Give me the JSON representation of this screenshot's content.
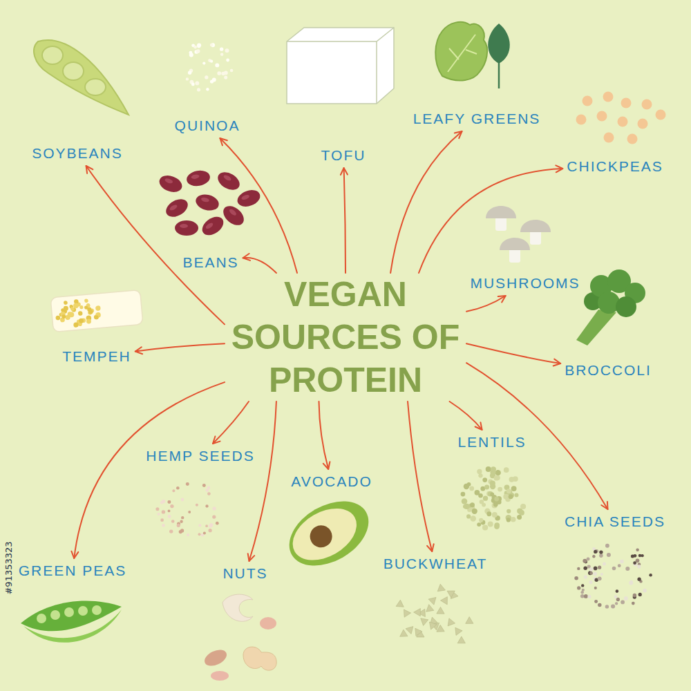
{
  "diagram": {
    "nodes": [
      {
        "text": [
          "VEGAN SOURCES OF PROTEIN"
        ]
      },
      {
        "text": [
          "QUINOA"
        ]
      },
      {
        "text": [
          "TOFU"
        ]
      },
      {
        "text": [
          "LEAFY GREENS"
        ]
      },
      {
        "text": [
          "SOYBEANS"
        ]
      },
      {
        "text": [
          "CHICKPEAS"
        ]
      },
      {
        "text": [
          "BEANS"
        ]
      },
      {
        "text": [
          "MUSHROOMS"
        ]
      },
      {
        "text": [
          "TEMPEH"
        ]
      },
      {
        "text": [
          "BROCCOLI"
        ]
      },
      {
        "text": [
          "LENTILS"
        ]
      },
      {
        "text": [
          "HEMP SEEDS"
        ]
      },
      {
        "text": [
          "AVOCADO"
        ]
      },
      {
        "text": [
          "CHIA SEEDS"
        ]
      },
      {
        "text": [
          "BUCKWHEAT"
        ]
      },
      {
        "text": [
          "GREEN PEAS"
        ]
      },
      {
        "text": [
          "NUTS"
        ]
      }
    ],
    "edges": [
      {
        "from": 0,
        "to": 1,
        "arrow": "to"
      },
      {
        "from": 0,
        "to": 2,
        "arrow": "to"
      },
      {
        "from": 0,
        "to": 3,
        "arrow": "to"
      },
      {
        "from": 0,
        "to": 4,
        "arrow": "to"
      },
      {
        "from": 0,
        "to": 5,
        "arrow": "to"
      },
      {
        "from": 0,
        "to": 6,
        "arrow": "to"
      },
      {
        "from": 0,
        "to": 7,
        "arrow": "to"
      },
      {
        "from": 0,
        "to": 8,
        "arrow": "to"
      },
      {
        "from": 0,
        "to": 9,
        "arrow": "to"
      },
      {
        "from": 0,
        "to": 10,
        "arrow": "to"
      },
      {
        "from": 0,
        "to": 11,
        "arrow": "to"
      },
      {
        "from": 0,
        "to": 12,
        "arrow": "to"
      },
      {
        "from": 0,
        "to": 13,
        "arrow": "to"
      },
      {
        "from": 0,
        "to": 14,
        "arrow": "to"
      },
      {
        "from": 0,
        "to": 15,
        "arrow": "to"
      },
      {
        "from": 0,
        "to": 16,
        "arrow": "to"
      }
    ],
    "labels": [
      "#91353323"
    ]
  }
}
